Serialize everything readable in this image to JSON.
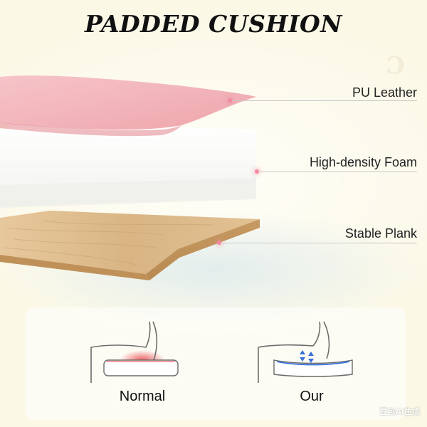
{
  "title": "PADDED CUSHION",
  "layers": [
    {
      "label": "PU Leather"
    },
    {
      "label": "High-density Foam"
    },
    {
      "label": "Stable Plank"
    }
  ],
  "comparison": {
    "normal_label": "Normal",
    "our_label": "Our"
  },
  "corner_mark": "豆包AI生成",
  "colors": {
    "leather": "#f3b8bd",
    "foam": "#ffffff",
    "wood": "#dcb987",
    "accent_dot": "#f08aa0",
    "pressure_red": "#e8444a",
    "support_blue": "#3a6fd8"
  }
}
